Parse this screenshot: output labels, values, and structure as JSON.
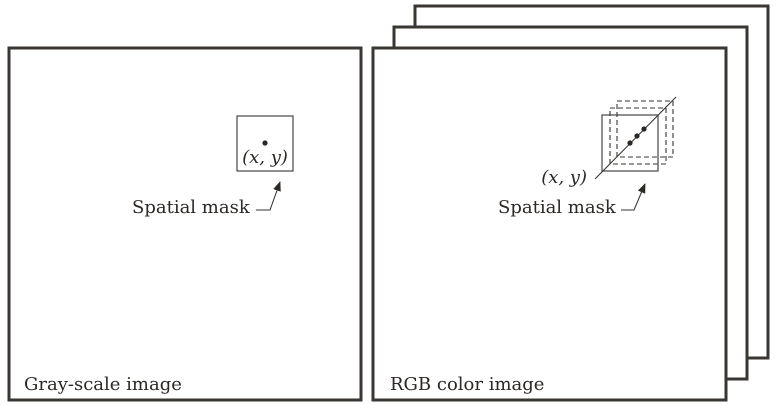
{
  "gray_panel": {
    "caption": "Gray-scale image",
    "mask_coord": "(x, y)",
    "mask_label": "Spatial mask"
  },
  "rgb_panel": {
    "caption": "RGB color image",
    "mask_coord": "(x, y)",
    "mask_label": "Spatial mask"
  },
  "colors": {
    "ink": "#2b2825",
    "frame": "#3a3632",
    "background": "#ffffff"
  }
}
